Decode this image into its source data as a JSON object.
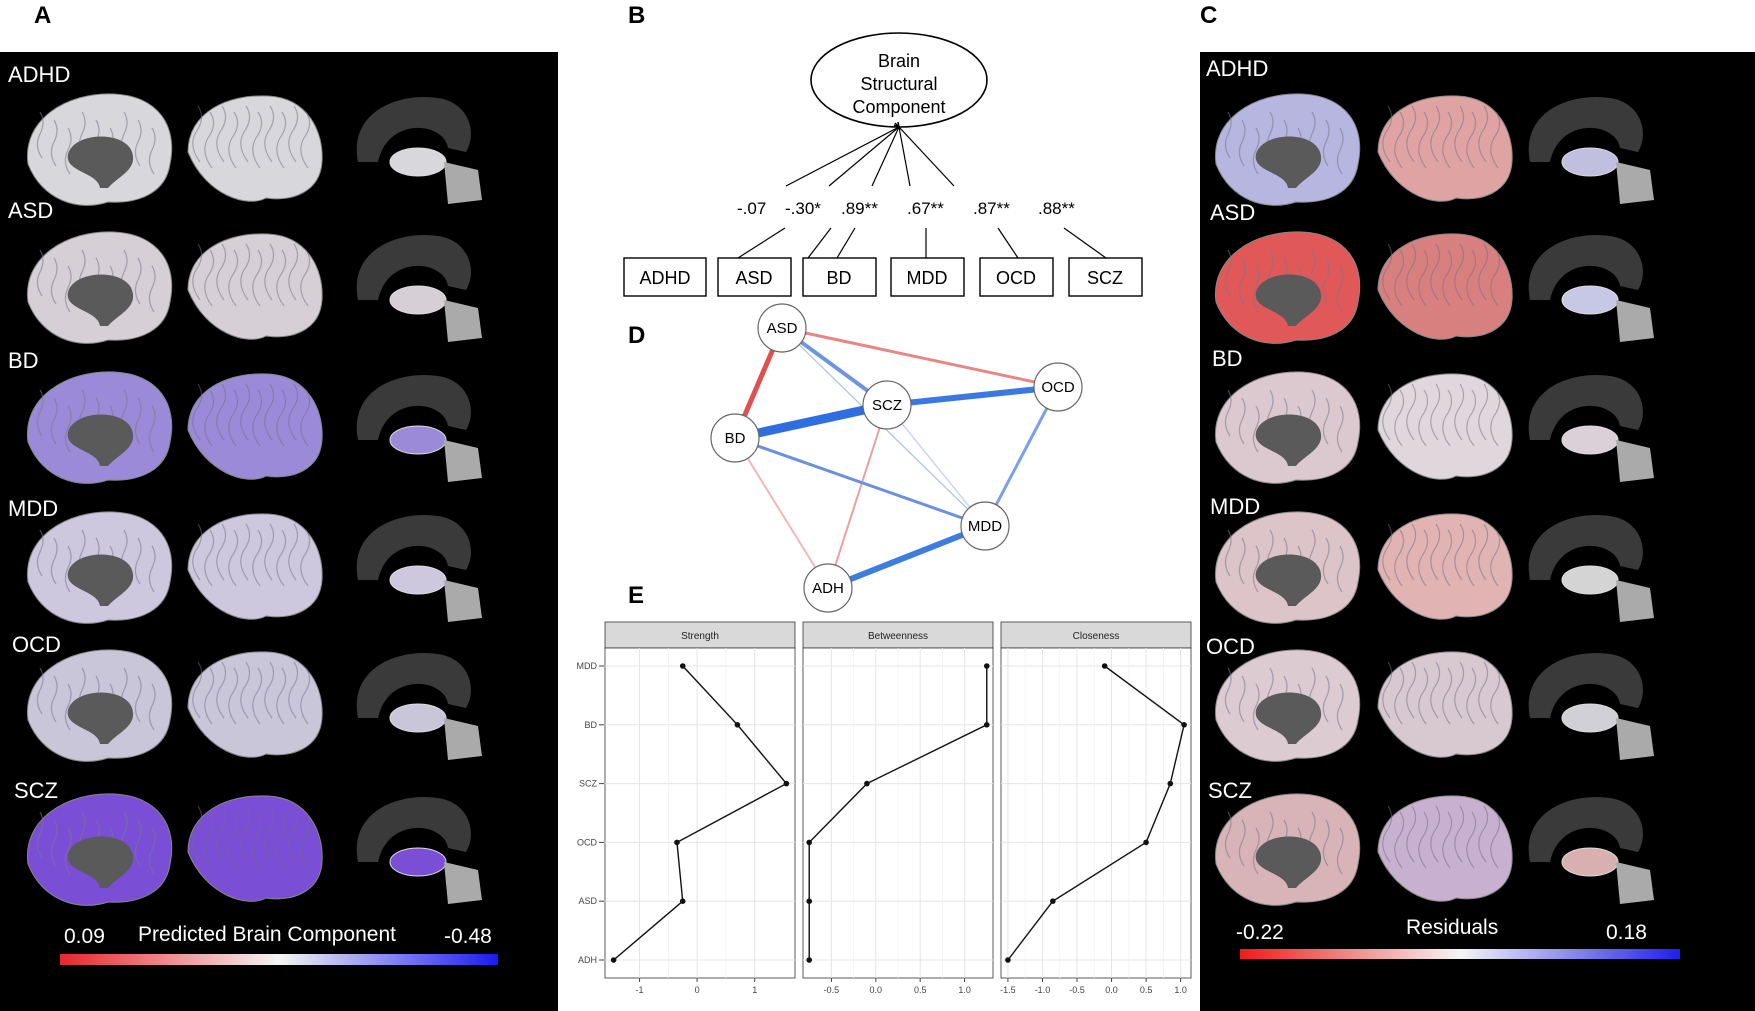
{
  "panels": {
    "A": "A",
    "B": "B",
    "C": "C",
    "D": "D",
    "E": "E"
  },
  "panel_a": {
    "rows": [
      "ADHD",
      "ASD",
      "BD",
      "MDD",
      "OCD",
      "SCZ"
    ],
    "colorbar": {
      "min_label": "0.09",
      "title": "Predicted Brain Component",
      "max_label": "-0.48",
      "from_color": "#e8262b",
      "to_color": "#1a1af0"
    },
    "tint": [
      "#d8d8dc",
      "#d7cfd6",
      "#9a8ad8",
      "#cdc8dd",
      "#c9c6da",
      "#7a4fd6"
    ]
  },
  "panel_c": {
    "rows": [
      "ADHD",
      "ASD",
      "BD",
      "MDD",
      "OCD",
      "SCZ"
    ],
    "colorbar": {
      "min_label": "-0.22",
      "title": "Residuals",
      "max_label": "0.18",
      "from_color": "#ee1c1c",
      "to_color": "#2020e8"
    }
  },
  "panel_b": {
    "latent": [
      "Brain",
      "Structural",
      "Component"
    ],
    "loadings": [
      {
        "indicator": "ADHD",
        "loading": "-.07"
      },
      {
        "indicator": "ASD",
        "loading": "-.30*"
      },
      {
        "indicator": "BD",
        "loading": ".89**"
      },
      {
        "indicator": "MDD",
        "loading": ".67**"
      },
      {
        "indicator": "OCD",
        "loading": ".87**"
      },
      {
        "indicator": "SCZ",
        "loading": ".88**"
      }
    ]
  },
  "panel_d": {
    "nodes": [
      "ASD",
      "SCZ",
      "OCD",
      "BD",
      "MDD",
      "ADH"
    ]
  },
  "chart_data": {
    "type": "line",
    "facets": [
      "Strength",
      "Betweenness",
      "Closeness"
    ],
    "categories": [
      "MDD",
      "BD",
      "SCZ",
      "OCD",
      "ASD",
      "ADH"
    ],
    "series": [
      {
        "name": "Strength",
        "values": [
          -0.25,
          0.7,
          1.55,
          -0.35,
          -0.25,
          -1.45
        ],
        "xlim": [
          -1.6,
          1.7
        ],
        "ticks": [
          "-1",
          "0",
          "1"
        ],
        "tick_values": [
          -1,
          0,
          1
        ]
      },
      {
        "name": "Betweenness",
        "values": [
          1.25,
          1.25,
          -0.1,
          -0.75,
          -0.75,
          -0.75
        ],
        "xlim": [
          -0.82,
          1.32
        ],
        "ticks": [
          "-0.5",
          "0.0",
          "0.5",
          "1.0"
        ],
        "tick_values": [
          -0.5,
          0,
          0.5,
          1
        ]
      },
      {
        "name": "Closeness",
        "values": [
          -0.1,
          1.05,
          0.85,
          0.5,
          -0.85,
          -1.5
        ],
        "xlim": [
          -1.6,
          1.15
        ],
        "ticks": [
          "-1.5",
          "-1.0",
          "-0.5",
          "0.0",
          "0.5",
          "1.0"
        ],
        "tick_values": [
          -1.5,
          -1,
          -0.5,
          0,
          0.5,
          1
        ]
      }
    ]
  }
}
